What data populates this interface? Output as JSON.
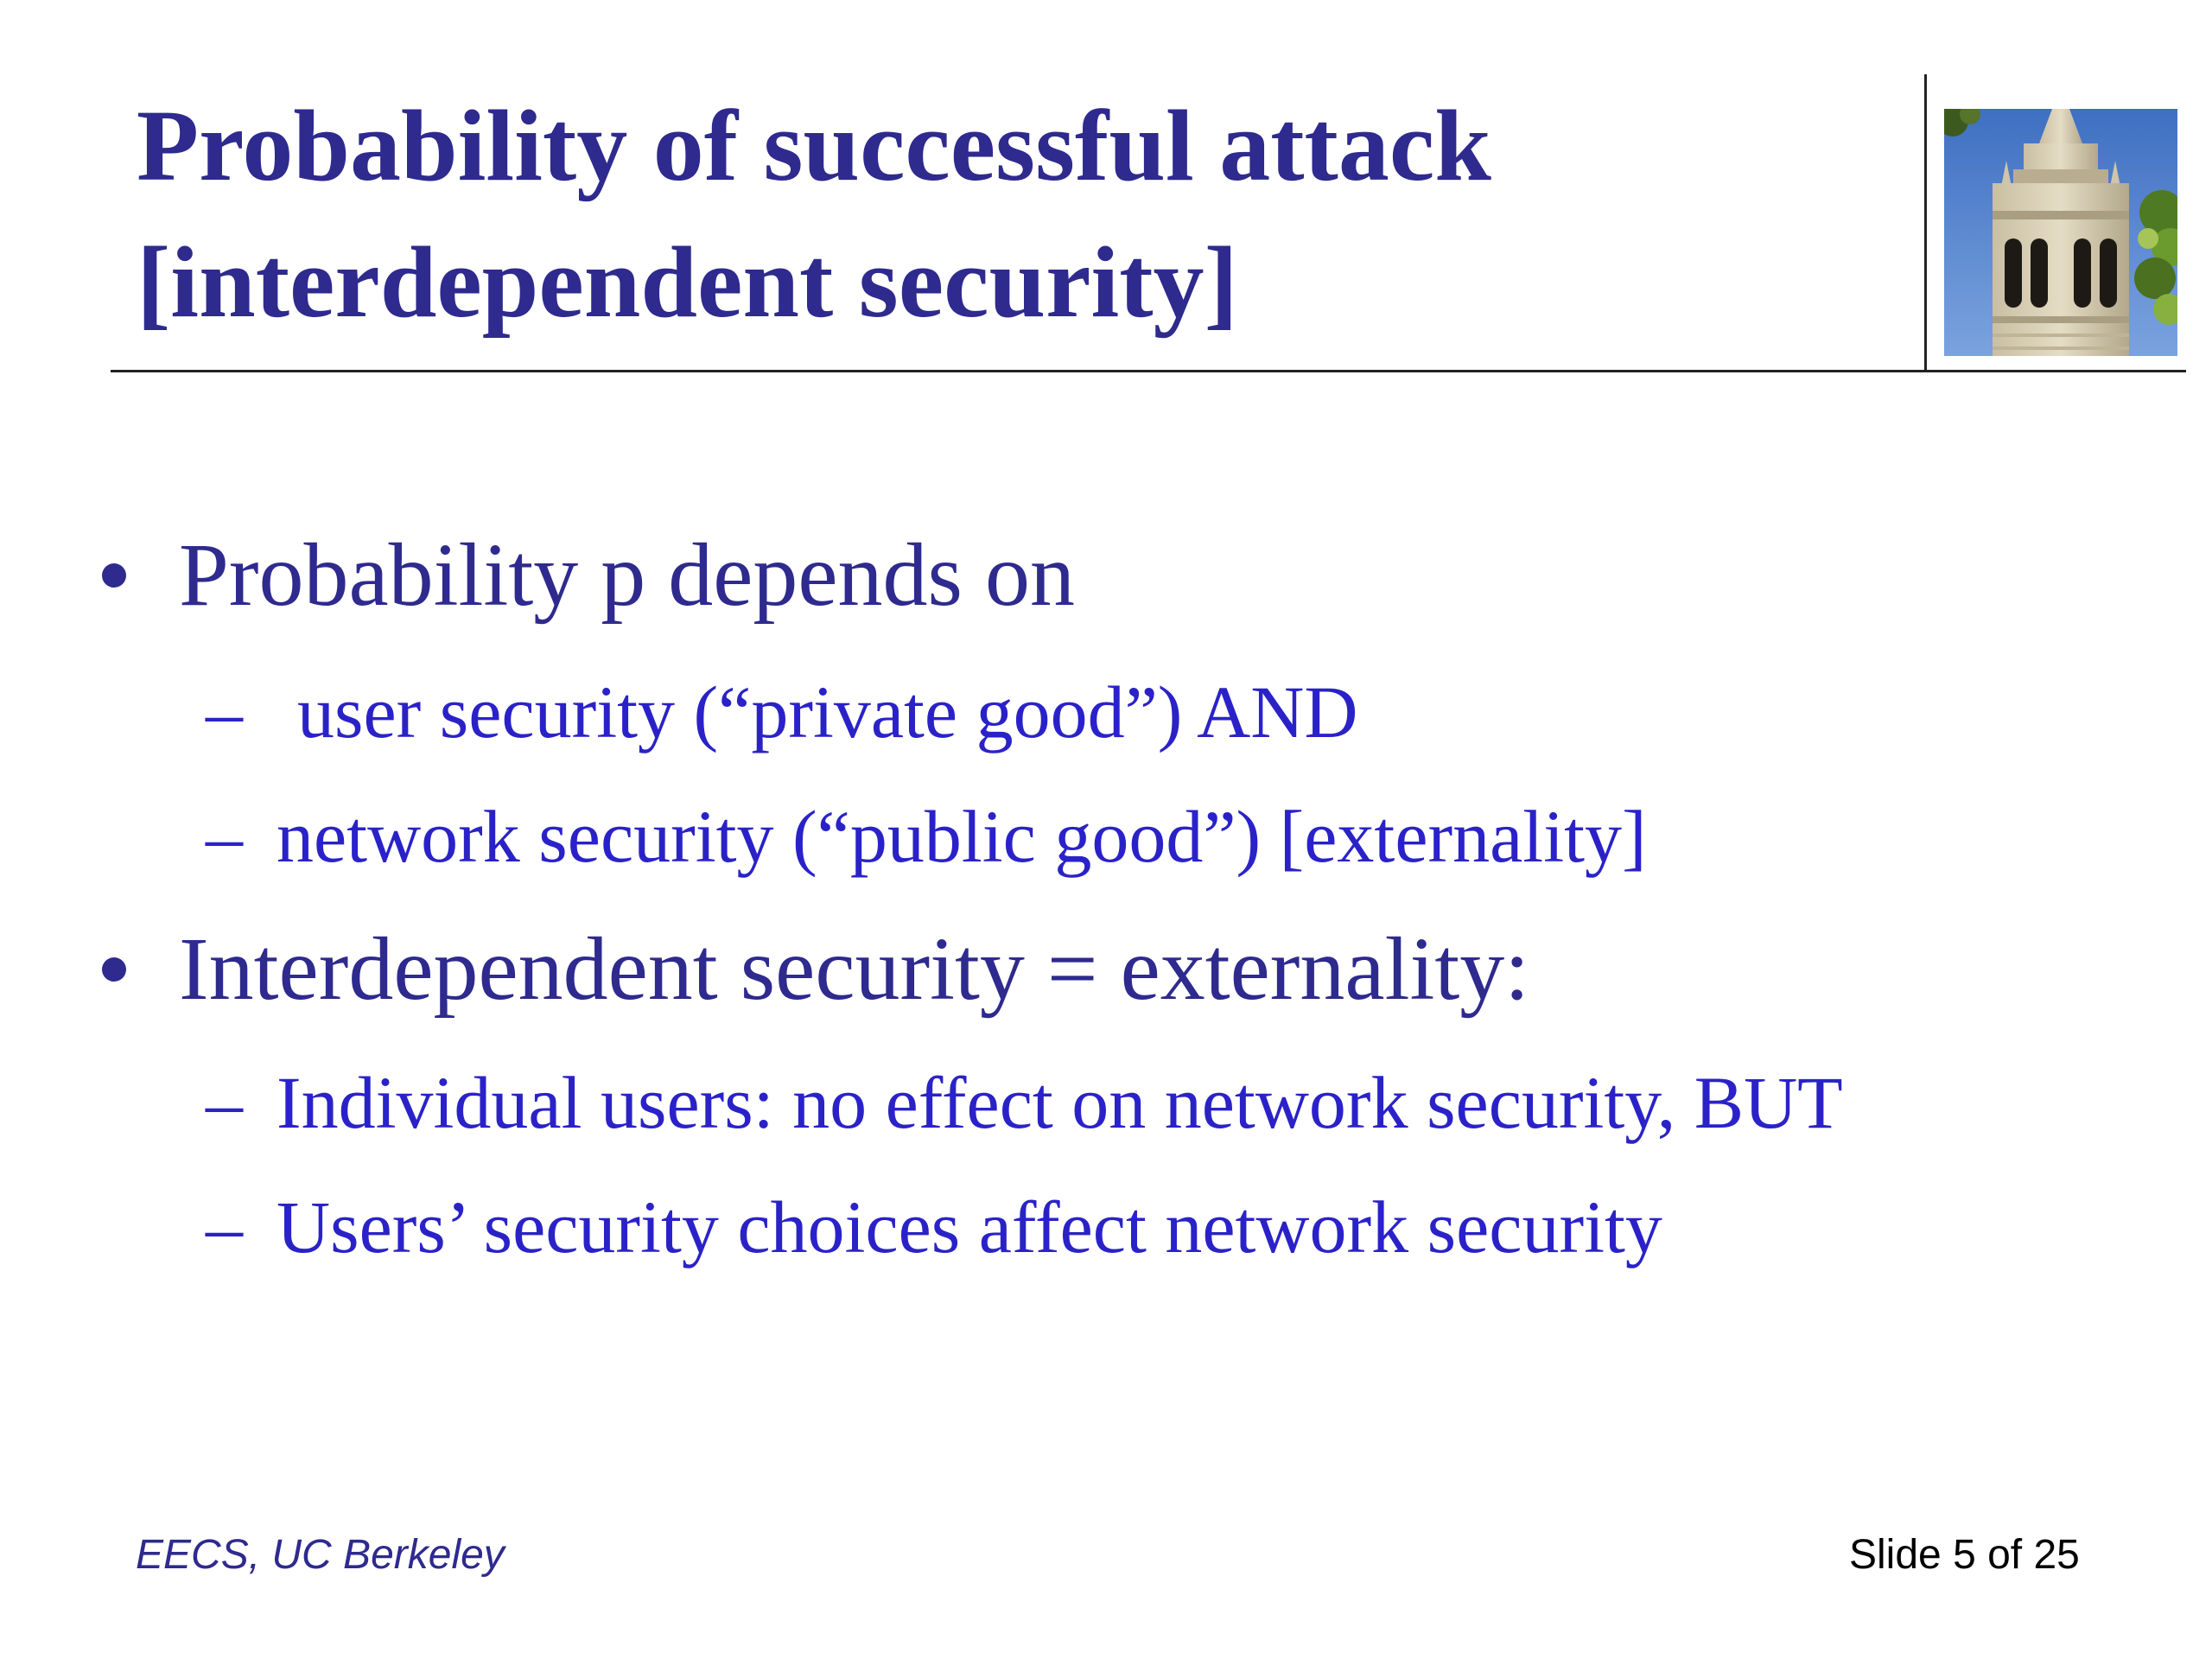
{
  "slide": {
    "title_lines": [
      "Probability of successful attack",
      "[interdependent security]"
    ],
    "logo_icon": "campanile-tower-photo",
    "bullets": [
      {
        "text": "Probability p depends on",
        "subs": [
          {
            "dash": "–",
            "text": "user security (“private good”)  AND"
          },
          {
            "dash": "–",
            "text": "network security (“public good”) [externality]"
          }
        ]
      },
      {
        "text": "Interdependent security = externality:",
        "subs": [
          {
            "dash": "–",
            "text": "Individual users:  no effect on network security, BUT"
          },
          {
            "dash": "–",
            "text": "Users’ security choices affect network security"
          }
        ]
      }
    ],
    "footer": {
      "left": "EECS, UC Berkeley",
      "right": "Slide 5 of 25"
    },
    "colors": {
      "title": "#2e2a8e",
      "bullet": "#2e2a8e",
      "sub_bullet": "#2a22c8",
      "rule": "#222222"
    }
  }
}
